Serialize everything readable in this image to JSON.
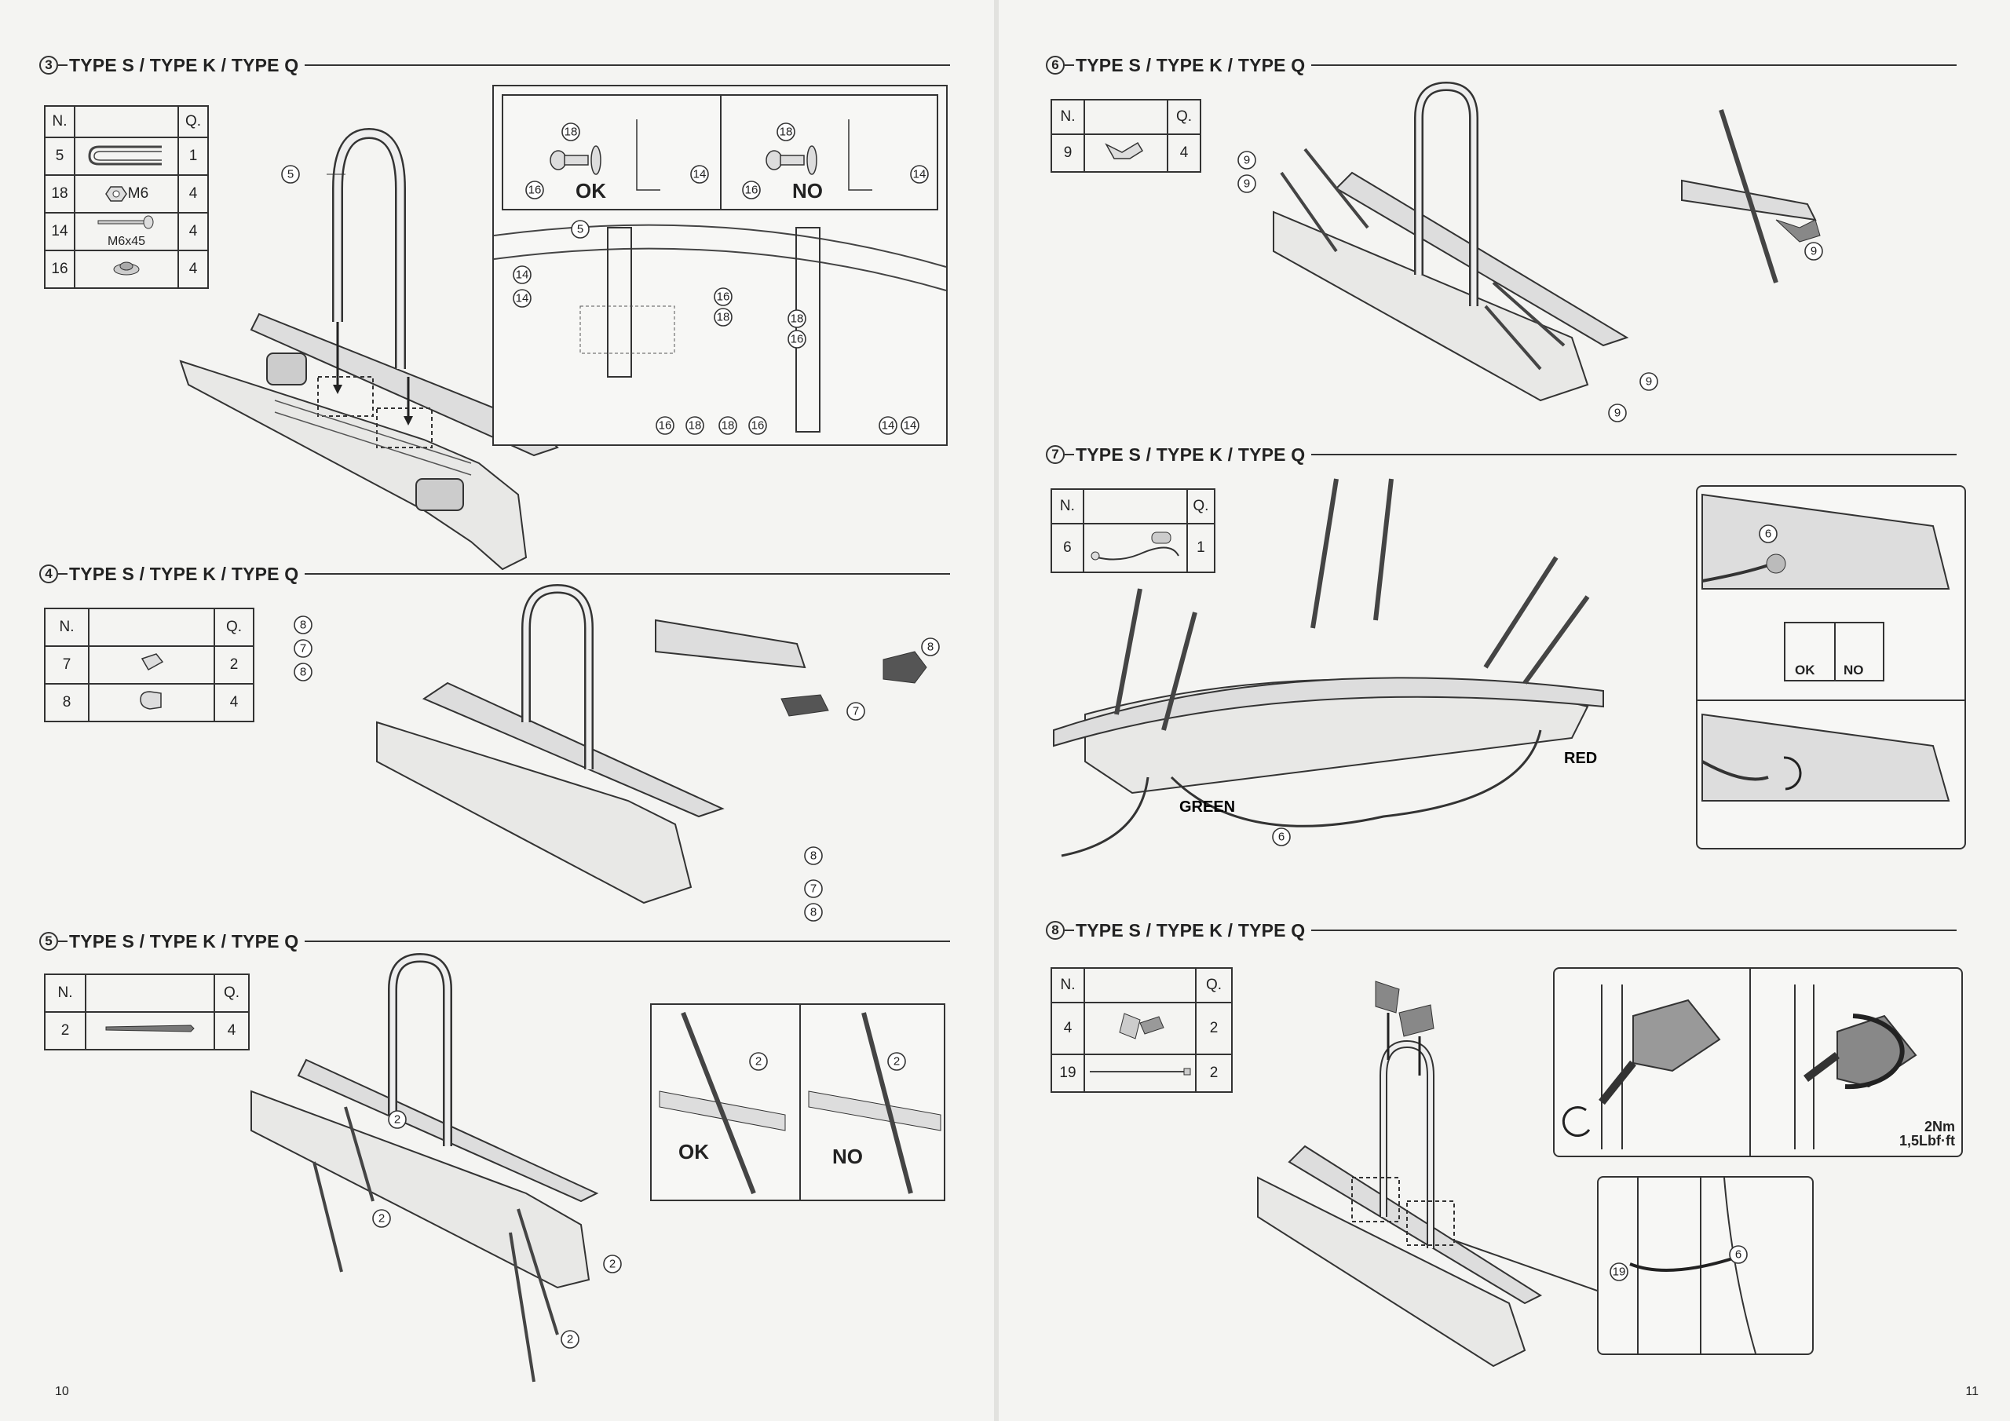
{
  "pages": {
    "left_number": "10",
    "right_number": "11"
  },
  "sections": [
    {
      "step": "3",
      "title": "TYPE S / TYPE K / TYPE Q",
      "table": {
        "col_n": "N.",
        "col_q": "Q.",
        "rows": [
          {
            "n": "5",
            "q": "1",
            "label": ""
          },
          {
            "n": "18",
            "q": "4",
            "label": "M6"
          },
          {
            "n": "14",
            "q": "4",
            "label": "M6x45"
          },
          {
            "n": "16",
            "q": "4",
            "label": ""
          }
        ]
      },
      "ok": "OK",
      "no": "NO"
    },
    {
      "step": "4",
      "title": "TYPE S / TYPE K / TYPE Q",
      "table": {
        "col_n": "N.",
        "col_q": "Q.",
        "rows": [
          {
            "n": "7",
            "q": "2"
          },
          {
            "n": "8",
            "q": "4"
          }
        ]
      }
    },
    {
      "step": "5",
      "title": "TYPE S / TYPE K / TYPE Q",
      "table": {
        "col_n": "N.",
        "col_q": "Q.",
        "rows": [
          {
            "n": "2",
            "q": "4"
          }
        ]
      },
      "ok": "OK",
      "no": "NO"
    },
    {
      "step": "6",
      "title": "TYPE S / TYPE K / TYPE Q",
      "table": {
        "col_n": "N.",
        "col_q": "Q.",
        "rows": [
          {
            "n": "9",
            "q": "4"
          }
        ]
      }
    },
    {
      "step": "7",
      "title": "TYPE S / TYPE K / TYPE Q",
      "table": {
        "col_n": "N.",
        "col_q": "Q.",
        "rows": [
          {
            "n": "6",
            "q": "1"
          }
        ]
      },
      "labels": {
        "green": "GREEN",
        "red": "RED"
      },
      "ok": "OK",
      "no": "NO"
    },
    {
      "step": "8",
      "title": "TYPE S / TYPE K / TYPE Q",
      "table": {
        "col_n": "N.",
        "col_q": "Q.",
        "rows": [
          {
            "n": "4",
            "q": "2"
          },
          {
            "n": "19",
            "q": "2"
          }
        ]
      },
      "torque": {
        "line1": "2Nm",
        "line2": "1,5Lbf·ft"
      }
    }
  ]
}
